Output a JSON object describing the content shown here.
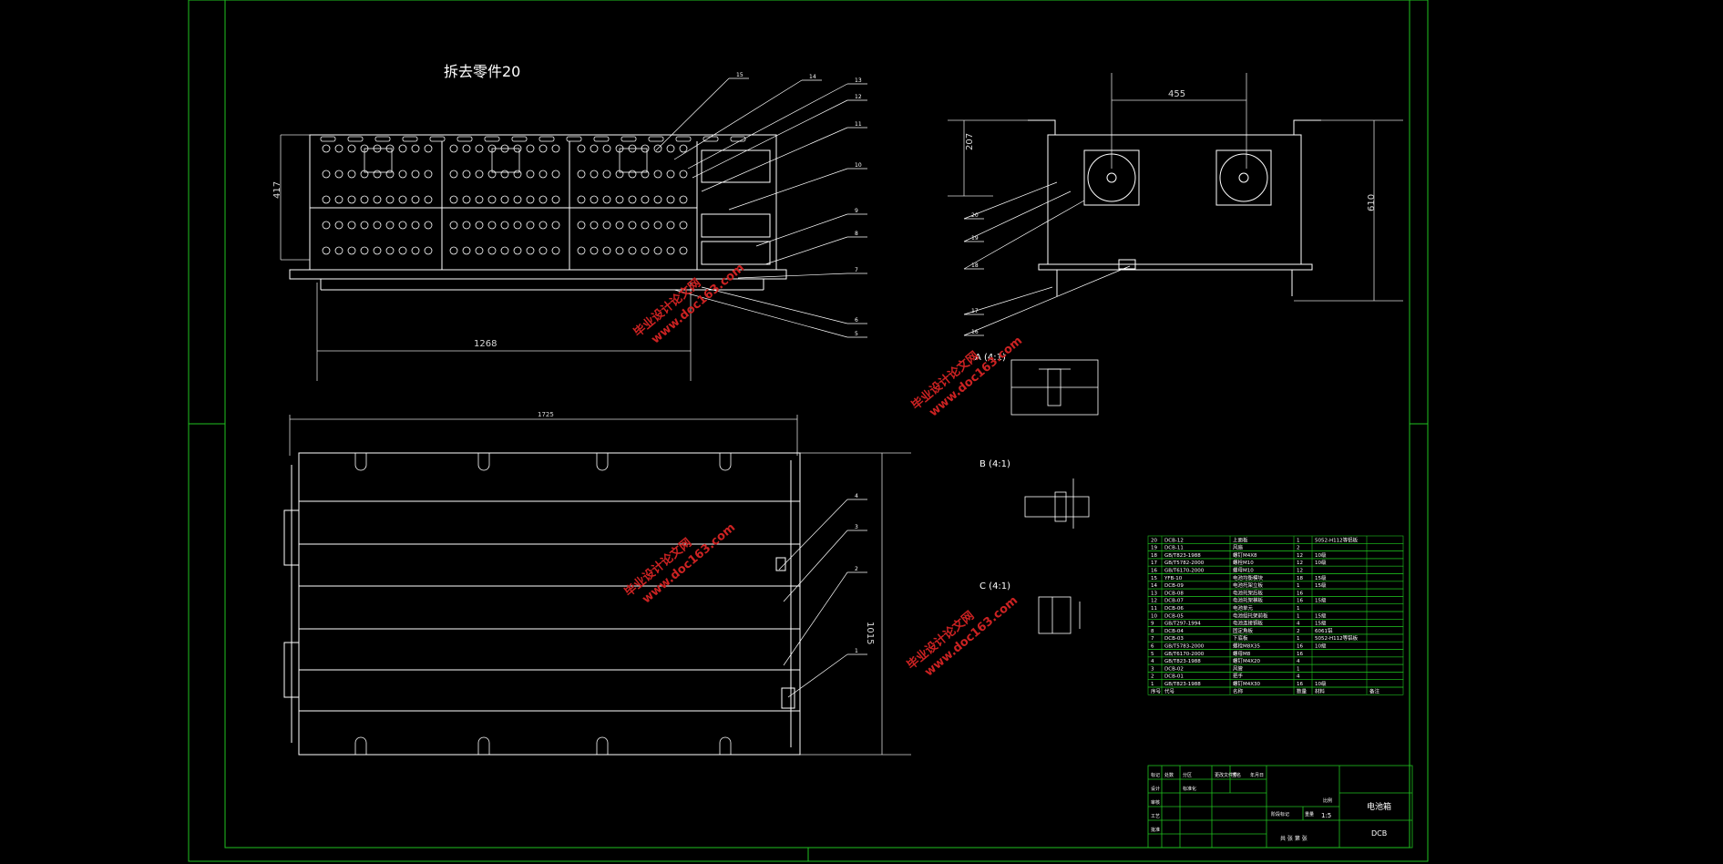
{
  "colors": {
    "background": "#000000",
    "frame": "#1fc21f",
    "geometry": "#ffffff",
    "dimension": "#d9d9d9",
    "watermark": "#cc2222"
  },
  "front_view": {
    "title": "拆去零件20",
    "dim_height": "417",
    "dim_width": "1268",
    "callouts": [
      "15",
      "14",
      "13",
      "12",
      "11",
      "10",
      "9",
      "8",
      "7",
      "6",
      "5"
    ]
  },
  "side_view": {
    "dim_fan_spacing": "455",
    "dim_top_offset": "207",
    "dim_height": "610",
    "callouts": [
      "20",
      "19",
      "18",
      "17",
      "16"
    ]
  },
  "top_view": {
    "dim_length": "1725",
    "dim_width": "1015",
    "callouts": [
      "4",
      "3",
      "2",
      "1"
    ]
  },
  "details": {
    "detail_a": "A (4:1)",
    "detail_b": "B (4:1)",
    "detail_c": "C (4:1)"
  },
  "watermark": {
    "text": "毕业设计论文网",
    "url": "www.doc163.com"
  },
  "bom": {
    "rows": [
      [
        "20",
        "DCB-12",
        "上面板",
        "1",
        "5052-H112等铝板",
        ""
      ],
      [
        "19",
        "DCB-11",
        "风扇",
        "2",
        "",
        ""
      ],
      [
        "18",
        "GB/T823-1988",
        "螺钉M4X8",
        "12",
        "10级",
        ""
      ],
      [
        "17",
        "GB/T5782-2000",
        "螺栓M10",
        "12",
        "10级",
        ""
      ],
      [
        "16",
        "GB/T6170-2000",
        "螺母M10",
        "12",
        "",
        ""
      ],
      [
        "15",
        "YFB-10",
        "电池均衡模块",
        "18",
        "15级",
        ""
      ],
      [
        "14",
        "DCB-09",
        "电池托架立板",
        "1",
        "15级",
        ""
      ],
      [
        "13",
        "DCB-08",
        "电池托架后板",
        "16",
        "",
        ""
      ],
      [
        "12",
        "DCB-07",
        "电池托架横板",
        "16",
        "15级",
        ""
      ],
      [
        "11",
        "DCB-06",
        "电池单元",
        "1",
        "",
        ""
      ],
      [
        "10",
        "DCB-05",
        "电池组托架前板",
        "1",
        "15级",
        ""
      ],
      [
        "9",
        "GB/T297-1994",
        "电池连接铜板",
        "4",
        "15级",
        ""
      ],
      [
        "8",
        "DCB-04",
        "固定角板",
        "2",
        "6061铝",
        ""
      ],
      [
        "7",
        "DCB-03",
        "下底板",
        "1",
        "5052-H112等铝板",
        ""
      ],
      [
        "6",
        "GB/T5783-2000",
        "螺栓M8X35",
        "16",
        "10级",
        ""
      ],
      [
        "5",
        "GB/T6170-2000",
        "螺母M8",
        "16",
        "",
        ""
      ],
      [
        "4",
        "GB/T823-1988",
        "螺钉M4X20",
        "4",
        "",
        ""
      ],
      [
        "3",
        "DCB-02",
        "风管",
        "1",
        "",
        ""
      ],
      [
        "2",
        "DCB-01",
        "把手",
        "4",
        "",
        ""
      ],
      [
        "1",
        "GB/T823-1988",
        "螺钉M4X30",
        "16",
        "10级",
        ""
      ]
    ],
    "header": [
      "序号",
      "代号",
      "名称",
      "数量",
      "材料",
      "备注"
    ]
  },
  "title_block": {
    "drawing_name": "电池箱",
    "drawing_code": "DCB",
    "scale": "1:5",
    "sheet_info": "共 张 第 张",
    "labels": [
      "标记",
      "处数",
      "分区",
      "更改文件号",
      "签名",
      "年月日",
      "设计",
      "标准化",
      "阶段标记",
      "重量",
      "比例",
      "审核",
      "工艺",
      "批准"
    ]
  }
}
